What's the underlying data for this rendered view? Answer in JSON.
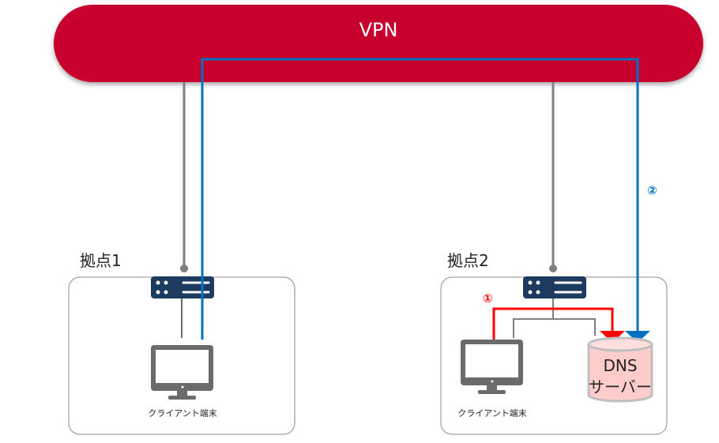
{
  "vpn": {
    "label": "VPN",
    "color": "#c8002f"
  },
  "sites": [
    {
      "label": "拠点1",
      "client_label": "クライアント端末"
    },
    {
      "label": "拠点2",
      "client_label": "クライアント端末",
      "dns_label_line1": "DNS",
      "dns_label_line2": "サーバー"
    }
  ],
  "steps": [
    {
      "label": "①",
      "color": "#ff0000"
    },
    {
      "label": "②",
      "color": "#0070c0"
    }
  ],
  "colors": {
    "router": "#1d3a5f",
    "wire": "#7f7f7f",
    "monitor": "#6b6b6b",
    "dns_fill": "#ffcccc",
    "dns_stroke": "#bfbfbf"
  }
}
